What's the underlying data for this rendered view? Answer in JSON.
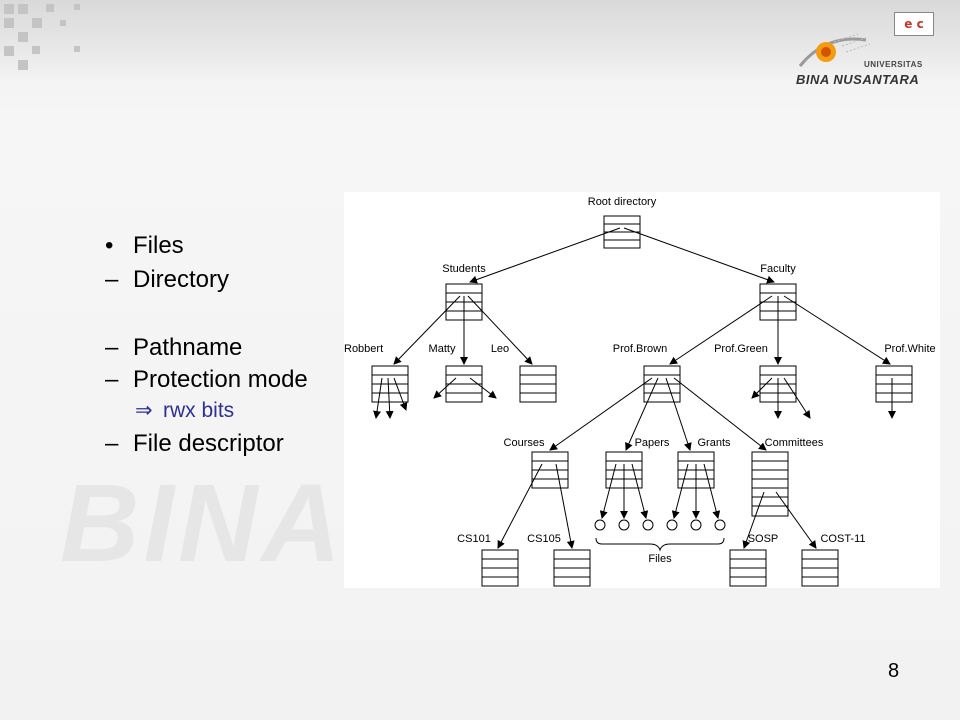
{
  "logo": {
    "badge": "e c",
    "university_small": "UNIVERSITAS",
    "university_name": "BINA NUSANTARA"
  },
  "watermark": "BINA N",
  "bullets": [
    {
      "marker": "•",
      "text": "Files"
    },
    {
      "marker": "–",
      "text": "Directory"
    },
    {
      "marker": "–",
      "text": "Pathname"
    },
    {
      "marker": "–",
      "text": "Protection mode"
    },
    {
      "marker": "⇒",
      "text": "rwx bits"
    },
    {
      "marker": "–",
      "text": "File descriptor"
    }
  ],
  "figure": {
    "root": "Root directory",
    "students": "Students",
    "faculty": "Faculty",
    "robbert": "Robbert",
    "matty": "Matty",
    "leo": "Leo",
    "prof_brown": "Prof.Brown",
    "prof_green": "Prof.Green",
    "prof_white": "Prof.White",
    "courses": "Courses",
    "papers": "Papers",
    "grants": "Grants",
    "committees": "Committees",
    "cs101": "CS101",
    "cs105": "CS105",
    "files": "Files",
    "sosp": "SOSP",
    "cost11": "COST-11"
  },
  "colors": {
    "accent_text": "#2e3192",
    "logo_orange": "#f39c12"
  },
  "page_number": "8"
}
